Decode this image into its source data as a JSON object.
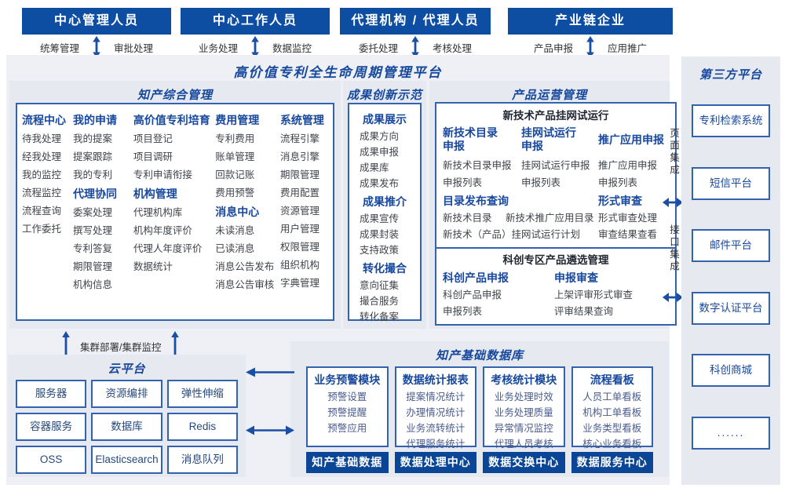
{
  "colors": {
    "primary_blue": "#0d4da2",
    "button_blue": "#0a4596",
    "border_blue": "#3363ae",
    "title_blue": "#15489c",
    "item_gray": "#3f444b",
    "item_blue": "#4a5c8e",
    "panel_bg": "#e7e9f0",
    "container_bg": "#eef0f5",
    "arrow_blue": "#1a4fa6"
  },
  "actors": [
    {
      "title": "中心管理人员",
      "left_label": "统筹管理",
      "right_label": "审批处理"
    },
    {
      "title": "中心工作人员",
      "left_label": "业务处理",
      "right_label": "数据监控"
    },
    {
      "title": "代理机构 / 代理人员",
      "left_label": "委托处理",
      "right_label": "考核处理"
    },
    {
      "title": "产业链企业",
      "left_label": "产品申报",
      "right_label": "应用推广"
    }
  ],
  "platform": {
    "title": "高价值专利全生命周期管理平台"
  },
  "sections": {
    "zhichan": {
      "title": "知产综合管理",
      "columns": [
        [
          {
            "t": "h",
            "x": "流程中心"
          },
          {
            "t": "i",
            "x": "待我处理"
          },
          {
            "t": "i",
            "x": "经我处理"
          },
          {
            "t": "i",
            "x": "我的监控"
          },
          {
            "t": "i",
            "x": "流程监控"
          },
          {
            "t": "i",
            "x": "流程查询"
          },
          {
            "t": "i",
            "x": "工作委托"
          }
        ],
        [
          {
            "t": "h",
            "x": "我的申请"
          },
          {
            "t": "i",
            "x": "我的提案"
          },
          {
            "t": "i",
            "x": "提案跟踪"
          },
          {
            "t": "i",
            "x": "我的专利"
          },
          {
            "t": "h",
            "x": "代理协同"
          },
          {
            "t": "i",
            "x": "委案处理"
          },
          {
            "t": "i",
            "x": "撰写处理"
          },
          {
            "t": "i",
            "x": "专利答复"
          },
          {
            "t": "i",
            "x": "期限管理"
          },
          {
            "t": "i",
            "x": "机构信息"
          }
        ],
        [
          {
            "t": "h",
            "x": "高价值专利培育"
          },
          {
            "t": "i",
            "x": "项目登记"
          },
          {
            "t": "i",
            "x": "项目调研"
          },
          {
            "t": "i",
            "x": "专利申请衔接"
          },
          {
            "t": "h",
            "x": "机构管理"
          },
          {
            "t": "i",
            "x": "代理机构库"
          },
          {
            "t": "i",
            "x": "机构年度评价"
          },
          {
            "t": "i",
            "x": "代理人年度评价"
          },
          {
            "t": "i",
            "x": "数据统计"
          }
        ],
        [
          {
            "t": "h",
            "x": "费用管理"
          },
          {
            "t": "i",
            "x": "专利费用"
          },
          {
            "t": "i",
            "x": "账单管理"
          },
          {
            "t": "i",
            "x": "回款记账"
          },
          {
            "t": "i",
            "x": "费用预警"
          },
          {
            "t": "h",
            "x": "消息中心"
          },
          {
            "t": "i",
            "x": "未读消息"
          },
          {
            "t": "i",
            "x": "已读消息"
          },
          {
            "t": "i",
            "x": "消息公告发布"
          },
          {
            "t": "i",
            "x": "消息公告审核"
          }
        ],
        [
          {
            "t": "h",
            "x": "系统管理"
          },
          {
            "t": "i",
            "x": "流程引擎"
          },
          {
            "t": "i",
            "x": "消息引擎"
          },
          {
            "t": "i",
            "x": "期限管理"
          },
          {
            "t": "i",
            "x": "费用配置"
          },
          {
            "t": "i",
            "x": "资源管理"
          },
          {
            "t": "i",
            "x": "用户管理"
          },
          {
            "t": "i",
            "x": "权限管理"
          },
          {
            "t": "i",
            "x": "组织机构"
          },
          {
            "t": "i",
            "x": "字典管理"
          }
        ]
      ]
    },
    "chengguo": {
      "title": "成果创新示范",
      "groups": [
        {
          "h": "成果展示",
          "items": [
            "成果方向",
            "成果申报",
            "成果库",
            "成果发布"
          ]
        },
        {
          "h": "成果推介",
          "items": [
            "成果宣传",
            "成果封装",
            "支持政策"
          ]
        },
        {
          "h": "转化撮合",
          "items": [
            "意向征集",
            "撮合服务",
            "转化备案"
          ]
        }
      ]
    },
    "chanpin": {
      "title": "产品运营管理",
      "box1": {
        "title": "新技术产品挂网试运行",
        "top_groups": [
          {
            "h": "新技术目录\n申报",
            "items": [
              "新技术目录申报",
              "申报列表"
            ]
          },
          {
            "h": "挂网试运行\n申报",
            "items": [
              "挂网试运行申报",
              "申报列表"
            ]
          },
          {
            "h": "推广应用申报",
            "items": [
              "推广应用申报",
              "申报列表"
            ]
          }
        ],
        "catalog": {
          "h": "目录发布查询",
          "line1a": "新技术目录",
          "line1b": "新技术推广应用目录",
          "line2": "新技术（产品）挂网试运行计划"
        },
        "review": {
          "h": "形式审查",
          "items": [
            "形式审查处理",
            "审查结果查看"
          ]
        }
      },
      "box2": {
        "title": "科创专区产品遴选管理",
        "groups": [
          {
            "h": "科创产品申报",
            "items": [
              "科创产品申报",
              "申报列表"
            ]
          },
          {
            "h": "申报审查",
            "items": [
              "上架评审形式审查",
              "评审结果查询"
            ]
          }
        ]
      }
    },
    "cloud": {
      "title": "云平台",
      "boxes": [
        "服务器",
        "资源编排",
        "弹性伸缩",
        "容器服务",
        "数据库",
        "Redis",
        "OSS",
        "Elasticsearch",
        "消息队列"
      ]
    },
    "database": {
      "title": "知产基础数据库",
      "modules": [
        {
          "h": "业务预警模块",
          "items": [
            "预警设置",
            "预警提醒",
            "预警应用"
          ],
          "footer": "知产基础数据"
        },
        {
          "h": "数据统计报表",
          "items": [
            "提案情况统计",
            "办理情况统计",
            "业务流转统计",
            "代理服务统计"
          ],
          "footer": "数据处理中心"
        },
        {
          "h": "考核统计模块",
          "items": [
            "业务处理时效",
            "业务处理质量",
            "异常情况监控",
            "代理人员考核"
          ],
          "footer": "数据交换中心"
        },
        {
          "h": "流程看板",
          "items": [
            "人员工单看板",
            "机构工单看板",
            "业务类型看板",
            "核心业务看板"
          ],
          "footer": "数据服务中心"
        }
      ]
    }
  },
  "third_party": {
    "title": "第三方平台",
    "boxes": [
      "专利检索系统",
      "短信平台",
      "邮件平台",
      "数字认证平台",
      "科创商城",
      "......"
    ]
  },
  "connectors": {
    "cluster": "集群部署/集群监控",
    "page_integration": "页面集成",
    "api_integration": "接口集成"
  }
}
